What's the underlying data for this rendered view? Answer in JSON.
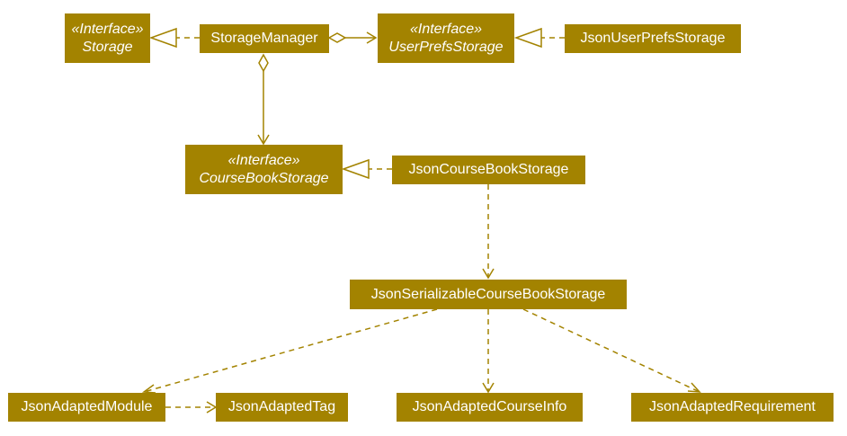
{
  "colors": {
    "box_fill": "#A38300",
    "box_text": "#FFFFFF",
    "edge": "#A38300",
    "background": "#FFFFFF"
  },
  "nodes": {
    "storage": {
      "stereotype": "«Interface»",
      "name": "Storage"
    },
    "storage_manager": {
      "name": "StorageManager"
    },
    "user_prefs_storage": {
      "stereotype": "«Interface»",
      "name": "UserPrefsStorage"
    },
    "json_user_prefs_storage": {
      "name": "JsonUserPrefsStorage"
    },
    "course_book_storage": {
      "stereotype": "«Interface»",
      "name": "CourseBookStorage"
    },
    "json_course_book_storage": {
      "name": "JsonCourseBookStorage"
    },
    "json_serializable_course_book_storage": {
      "name": "JsonSerializableCourseBookStorage"
    },
    "json_adapted_module": {
      "name": "JsonAdaptedModule"
    },
    "json_adapted_tag": {
      "name": "JsonAdaptedTag"
    },
    "json_adapted_course_info": {
      "name": "JsonAdaptedCourseInfo"
    },
    "json_adapted_requirement": {
      "name": "JsonAdaptedRequirement"
    }
  },
  "edges": [
    {
      "from": "storage_manager",
      "to": "storage",
      "kind": "realization"
    },
    {
      "from": "storage_manager",
      "to": "user_prefs_storage",
      "kind": "aggregation"
    },
    {
      "from": "json_user_prefs_storage",
      "to": "user_prefs_storage",
      "kind": "realization"
    },
    {
      "from": "storage_manager",
      "to": "course_book_storage",
      "kind": "aggregation"
    },
    {
      "from": "json_course_book_storage",
      "to": "course_book_storage",
      "kind": "realization"
    },
    {
      "from": "json_course_book_storage",
      "to": "json_serializable_course_book_storage",
      "kind": "dependency"
    },
    {
      "from": "json_serializable_course_book_storage",
      "to": "json_adapted_module",
      "kind": "dependency"
    },
    {
      "from": "json_serializable_course_book_storage",
      "to": "json_adapted_course_info",
      "kind": "dependency"
    },
    {
      "from": "json_serializable_course_book_storage",
      "to": "json_adapted_requirement",
      "kind": "dependency"
    },
    {
      "from": "json_adapted_module",
      "to": "json_adapted_tag",
      "kind": "dependency"
    }
  ]
}
